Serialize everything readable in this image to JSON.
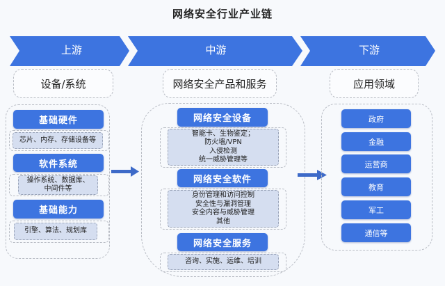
{
  "title": "网络安全行业产业链",
  "colors": {
    "accent": "#3d74e0",
    "subbox_bg": "#d5def0",
    "dash": "#b8bcc4"
  },
  "stages": [
    {
      "label": "上游",
      "header": "设备/系统"
    },
    {
      "label": "中游",
      "header": "网络安全产品和服务"
    },
    {
      "label": "下游",
      "header": "应用领域"
    }
  ],
  "upstream": [
    {
      "label": "基础硬件",
      "details": [
        "芯片、内存、存储设备等"
      ]
    },
    {
      "label": "软件系统",
      "details": [
        "操作系统、数据库、",
        "中间件等"
      ]
    },
    {
      "label": "基础能力",
      "details": [
        "引擎、算法、规划库"
      ]
    }
  ],
  "midstream": [
    {
      "label": "网络安全设备",
      "details": [
        "智能卡、生物鉴定；",
        "防火墙/VPN",
        "入侵检测",
        "统一威胁管理等"
      ]
    },
    {
      "label": "网络安全软件",
      "details": [
        "身份管理和访问控制",
        "安全性与漏洞管理",
        "安全内容与威胁管理",
        "其他"
      ]
    },
    {
      "label": "网络安全服务",
      "details": [
        "咨询、实施、运维、培训"
      ]
    }
  ],
  "downstream": [
    "政府",
    "金融",
    "运营商",
    "教育",
    "军工",
    "通信等"
  ],
  "icons": {
    "flow_arrow": "right-arrow-icon"
  }
}
